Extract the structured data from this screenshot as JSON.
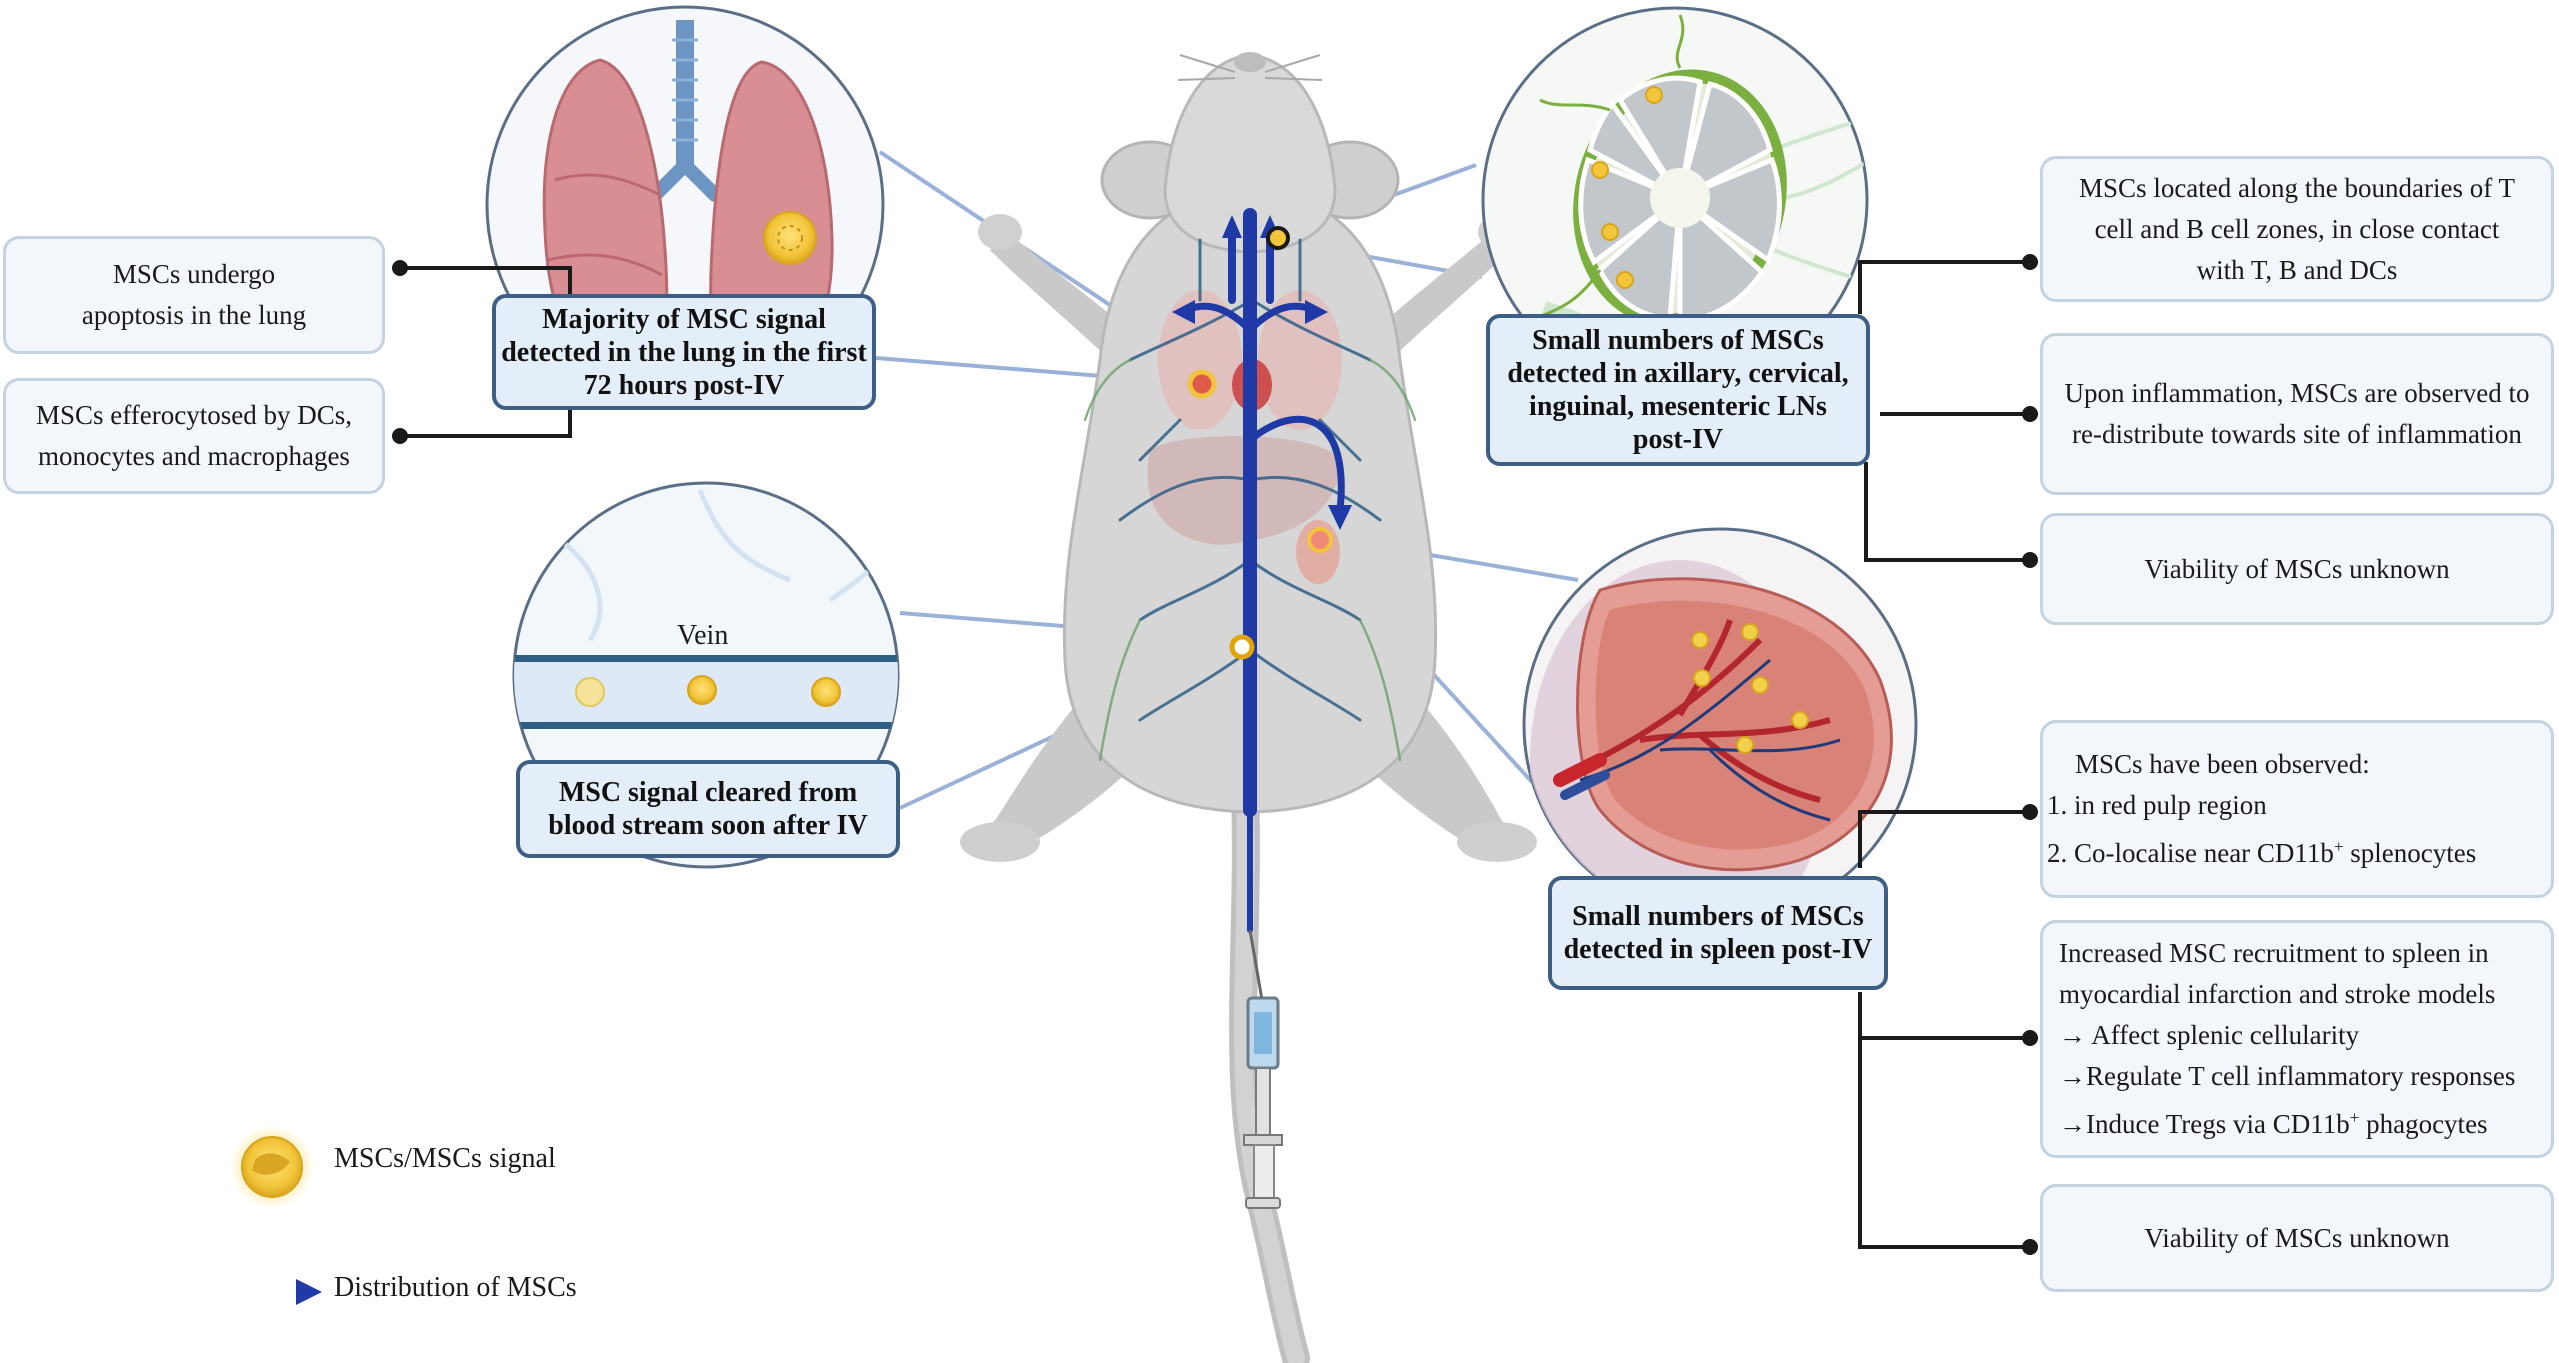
{
  "lung": {
    "heading": [
      "Majority of MSC signal",
      "detected in the lung in the first",
      "72 hours post-IV"
    ],
    "notes": [
      [
        "MSCs undergo",
        "apoptosis in the lung"
      ],
      [
        "MSCs efferocytosed by DCs,",
        "monocytes and macrophages"
      ]
    ]
  },
  "vein": {
    "label": "Vein",
    "heading": [
      "MSC signal cleared from",
      "blood stream soon after IV"
    ]
  },
  "lymph": {
    "heading": [
      "Small numbers of MSCs",
      "detected in axillary, cervical,",
      "inguinal, mesenteric LNs",
      "post-IV"
    ],
    "notes": [
      [
        "MSCs located along the boundaries of T",
        "cell and B cell zones, in close contact",
        "with T, B and DCs"
      ],
      [
        "Upon inflammation, MSCs are observed to",
        "re-distribute towards site of inflammation"
      ],
      [
        "Viability of MSCs unknown"
      ]
    ]
  },
  "spleen": {
    "heading": [
      "Small numbers of MSCs",
      "detected in spleen post-IV"
    ],
    "observed": {
      "title": "MSCs have been observed:",
      "item1": "1. in red pulp region",
      "item2_pre": "2. Co-localise near  CD11b",
      "item2_sup": "+",
      "item2_post": " splenocytes"
    },
    "recruit": {
      "l1": "Increased MSC recruitment to spleen in",
      "l2": "myocardial infarction and stroke models",
      "l3": "→ Affect splenic cellularity",
      "l4": "→Regulate T cell inflammatory responses",
      "l5_pre": "→Induce Tregs via CD11b",
      "l5_sup": "+",
      "l5_post": " phagocytes"
    },
    "viability": "Viability of MSCs unknown"
  },
  "legend": {
    "msc": "MSCs/MSCs signal",
    "distribution": "Distribution of MSCs"
  },
  "colors": {
    "vessel": "#1f3aa6",
    "connector": "#8fa8d4",
    "headBorder": "#3d5f86",
    "headFill": "#e4eef8",
    "noteBorder": "#c5d2e0",
    "mscYellow": "#f2c53a"
  }
}
